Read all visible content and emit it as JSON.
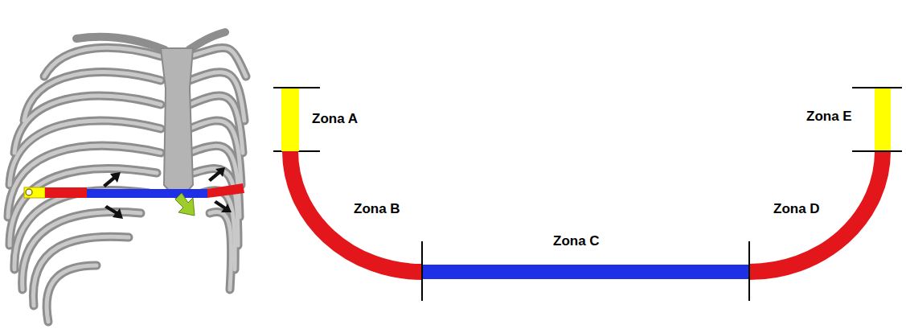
{
  "diagram": {
    "labels": [
      "Zona A",
      "Zona B",
      "Zona C",
      "Zona D",
      "Zona E"
    ]
  }
}
